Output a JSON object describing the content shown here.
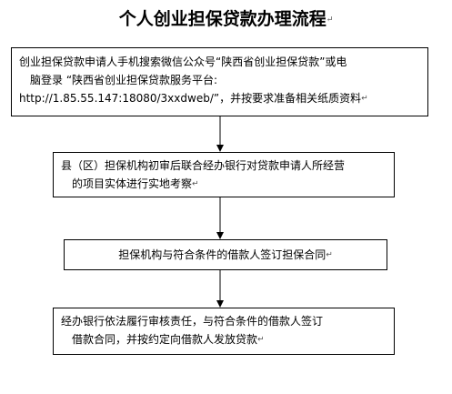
{
  "title": "个人创业担保贷款办理流程",
  "paragraph_mark": "↵",
  "steps": [
    {
      "lines": [
        "创业担保贷款申请人手机搜索微信公众号“陕西省创业担保贷款”或电",
        "脑登录 “陕西省创业担保贷款服务平台:",
        "http://1.85.55.147:18080/3xxdweb/”，并按要求准备相关纸质资料"
      ]
    },
    {
      "lines": [
        "县（区）担保机构初审后联合经办银行对贷款申请人所经营",
        "的项目实体进行实地考察"
      ]
    },
    {
      "lines": [
        "担保机构与符合条件的借款人签订担保合同"
      ]
    },
    {
      "lines": [
        "经办银行依法履行审核责任，与符合条件的借款人签订",
        "借款合同，并按约定向借款人发放贷款"
      ]
    }
  ],
  "colors": {
    "line": "#000000",
    "box_border": "#000000",
    "background": "#ffffff"
  }
}
